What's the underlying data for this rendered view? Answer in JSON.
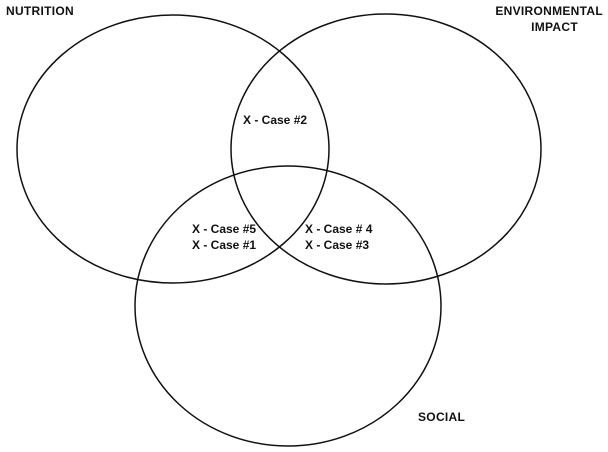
{
  "venn": {
    "stroke_color": "#111111",
    "background_color": "#ffffff",
    "sets": {
      "nutrition": "NUTRITION",
      "environmental_line1": "ENVIRONMENTAL",
      "environmental_line2": "IMPACT",
      "social": "SOCIAL"
    },
    "regions": {
      "nutrition_environmental": "X - Case #2",
      "nutrition_social_line1": "X - Case #5",
      "nutrition_social_line2": "X - Case #1",
      "environmental_social_line1": "X - Case # 4",
      "environmental_social_line2": "X - Case #3"
    }
  }
}
